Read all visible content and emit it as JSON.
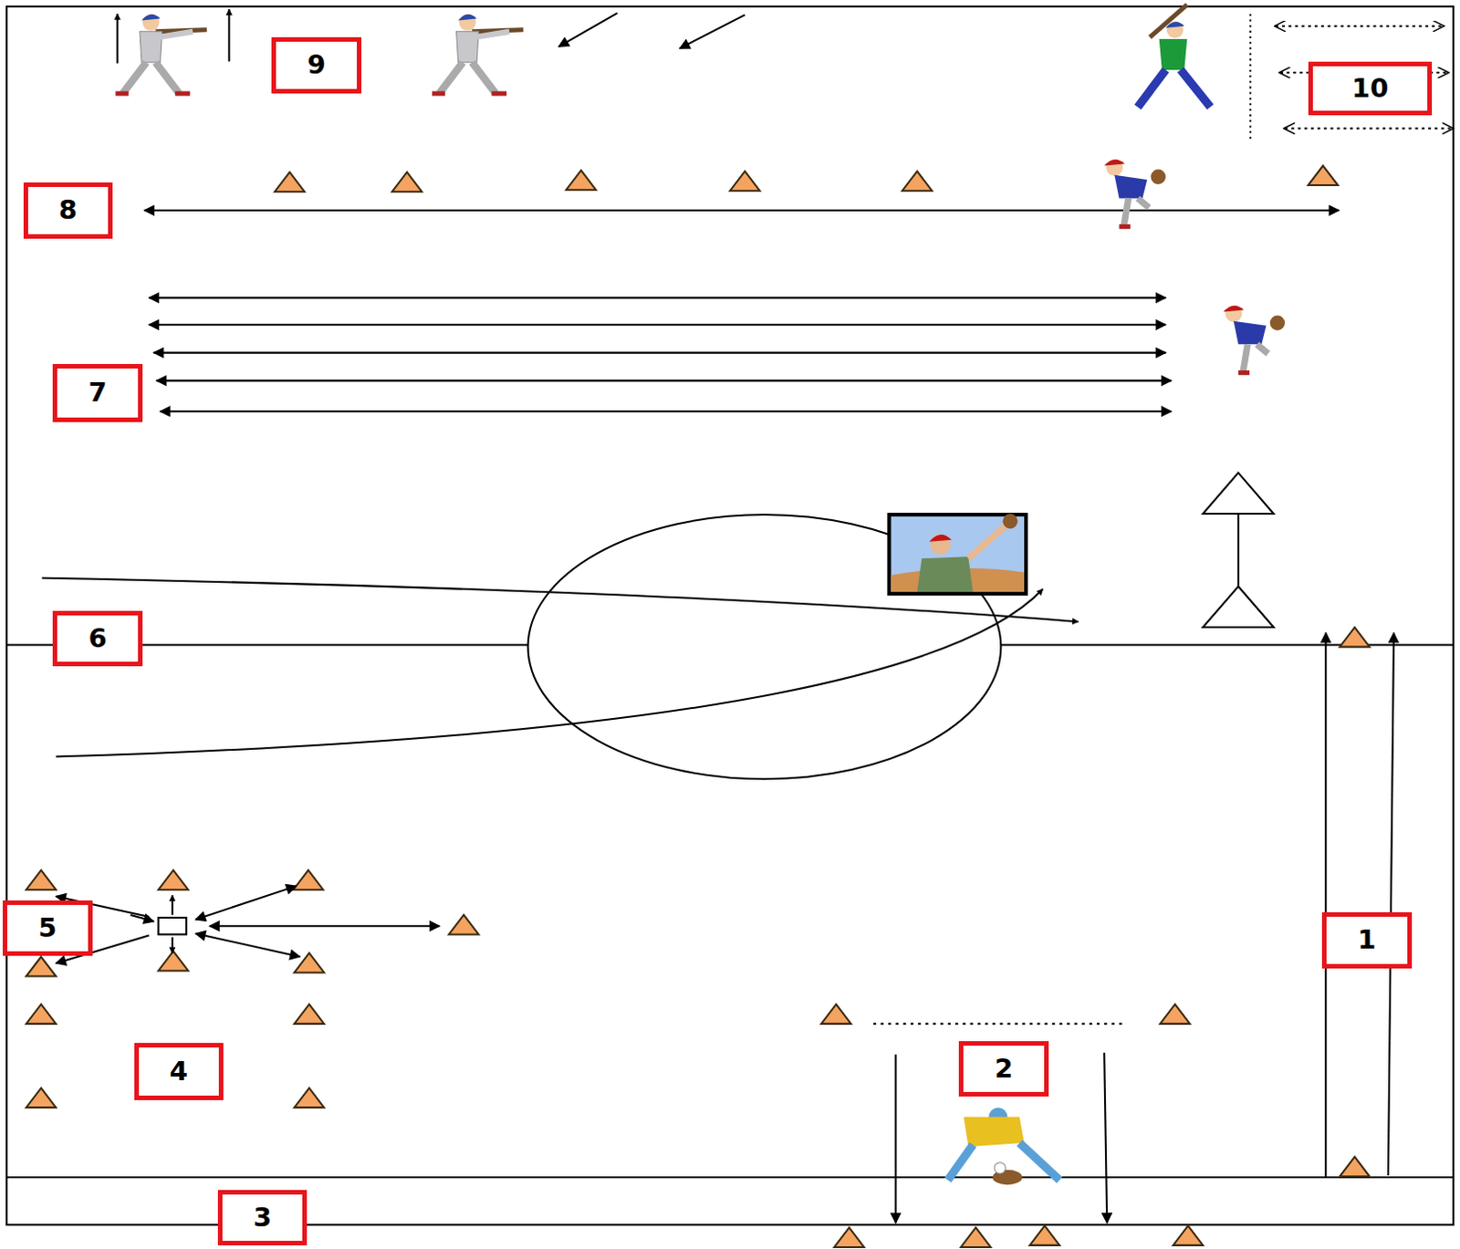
{
  "diagram": {
    "nodes": [
      {
        "text": [
          "9"
        ]
      },
      {
        "text": [
          "10"
        ]
      },
      {
        "text": [
          "8"
        ]
      },
      {
        "text": [
          "7"
        ]
      },
      {
        "text": [
          "6"
        ]
      },
      {
        "text": [
          "5"
        ]
      },
      {
        "text": [
          "1"
        ]
      },
      {
        "text": [
          "4"
        ]
      },
      {
        "text": [
          "2"
        ]
      },
      {
        "text": [
          "3"
        ]
      }
    ]
  }
}
